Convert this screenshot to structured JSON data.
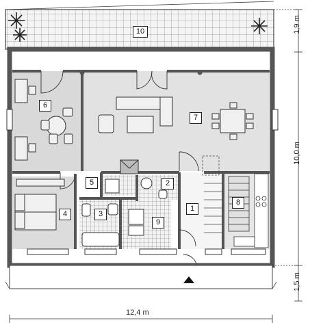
{
  "rooms": [
    {
      "id": "room-1",
      "label": "1"
    },
    {
      "id": "room-2",
      "label": "2"
    },
    {
      "id": "room-3",
      "label": "3"
    },
    {
      "id": "room-4",
      "label": "4"
    },
    {
      "id": "room-5",
      "label": "5"
    },
    {
      "id": "room-6",
      "label": "6"
    },
    {
      "id": "room-7",
      "label": "7"
    },
    {
      "id": "room-8",
      "label": "8"
    },
    {
      "id": "room-9",
      "label": "9"
    },
    {
      "id": "room-10",
      "label": "10"
    }
  ],
  "dimensions": {
    "width": "12,4 m",
    "depth": "10,0 m",
    "terrace_depth": "1,9 m",
    "porch_depth": "1,5 m"
  },
  "colors": {
    "wall": "#555555",
    "room_fill": "#d9d9d9",
    "room_light": "#eeeeee",
    "tile": "#f2f2f2"
  }
}
